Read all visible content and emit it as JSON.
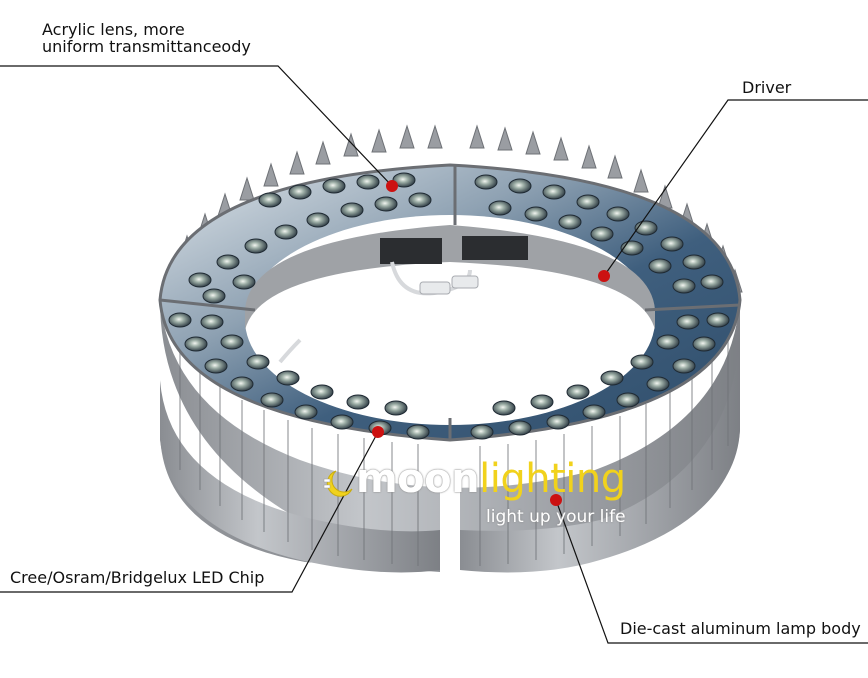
{
  "callouts": {
    "acrylic": {
      "line1": "Acrylic lens, more",
      "line2": "uniform transmittanceody"
    },
    "driver": "Driver",
    "chip": "Cree/Osram/Bridgelux LED Chip",
    "body": "Die-cast aluminum lamp body"
  },
  "logo": {
    "moon": "moon",
    "lighting": "lighting",
    "tagline": "light up your life"
  },
  "colors": {
    "marker": "#cc1111",
    "logo_yellow": "#f1d21c",
    "lens_blue": "#3a5a78",
    "body_gray": "#a5a8ad"
  }
}
